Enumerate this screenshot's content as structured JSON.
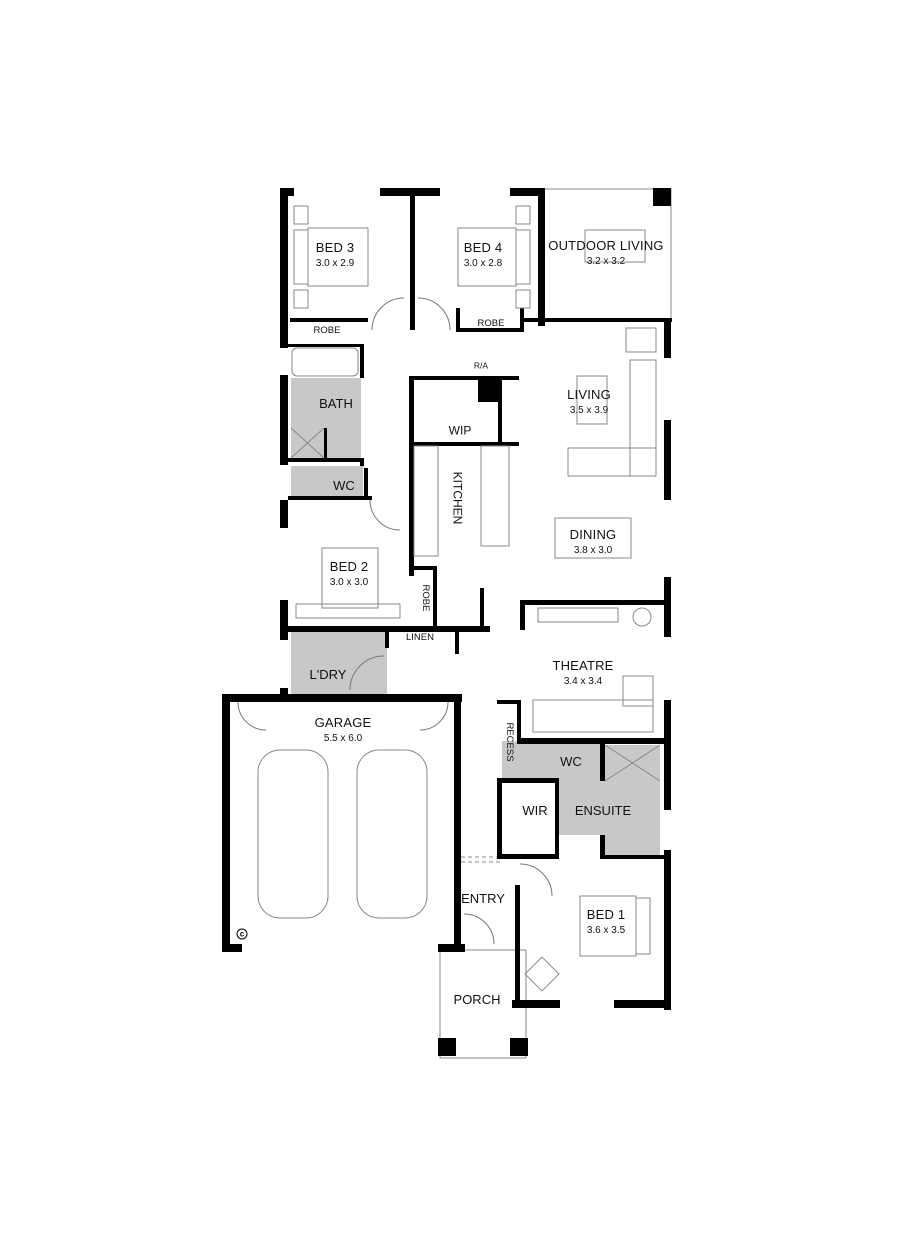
{
  "plan": {
    "wall_color": "#000000",
    "wet_area_color": "#c8c8c8",
    "line_color": "#8a8a8a",
    "rooms": [
      {
        "id": "bed3",
        "name": "BED 3",
        "dim": "3.0 x 2.9"
      },
      {
        "id": "bed4",
        "name": "BED 4",
        "dim": "3.0 x 2.8"
      },
      {
        "id": "outdoor",
        "name": "OUTDOOR LIVING",
        "dim": "3.2 x 3.2"
      },
      {
        "id": "living",
        "name": "LIVING",
        "dim": "3.5 x 3.9"
      },
      {
        "id": "dining",
        "name": "DINING",
        "dim": "3.8 x 3.0"
      },
      {
        "id": "bed2",
        "name": "BED 2",
        "dim": "3.0 x 3.0"
      },
      {
        "id": "theatre",
        "name": "THEATRE",
        "dim": "3.4 x 3.4"
      },
      {
        "id": "garage",
        "name": "GARAGE",
        "dim": "5.5 x 6.0"
      },
      {
        "id": "bed1",
        "name": "BED 1",
        "dim": "3.6 x 3.5"
      }
    ],
    "labels": {
      "robe_bed3": "ROBE",
      "robe_bed4": "ROBE",
      "robe_bed2": "ROBE",
      "bath": "BATH",
      "wc_main": "WC",
      "wc_ensuite": "WC",
      "wip": "WIP",
      "kitchen": "KITCHEN",
      "ra": "R/A",
      "linen": "LINEN",
      "laundry": "L'DRY",
      "recess": "RECESS",
      "wir": "WIR",
      "ensuite": "ENSUITE",
      "entry": "ENTRY",
      "porch": "PORCH",
      "copyright": "c"
    }
  }
}
